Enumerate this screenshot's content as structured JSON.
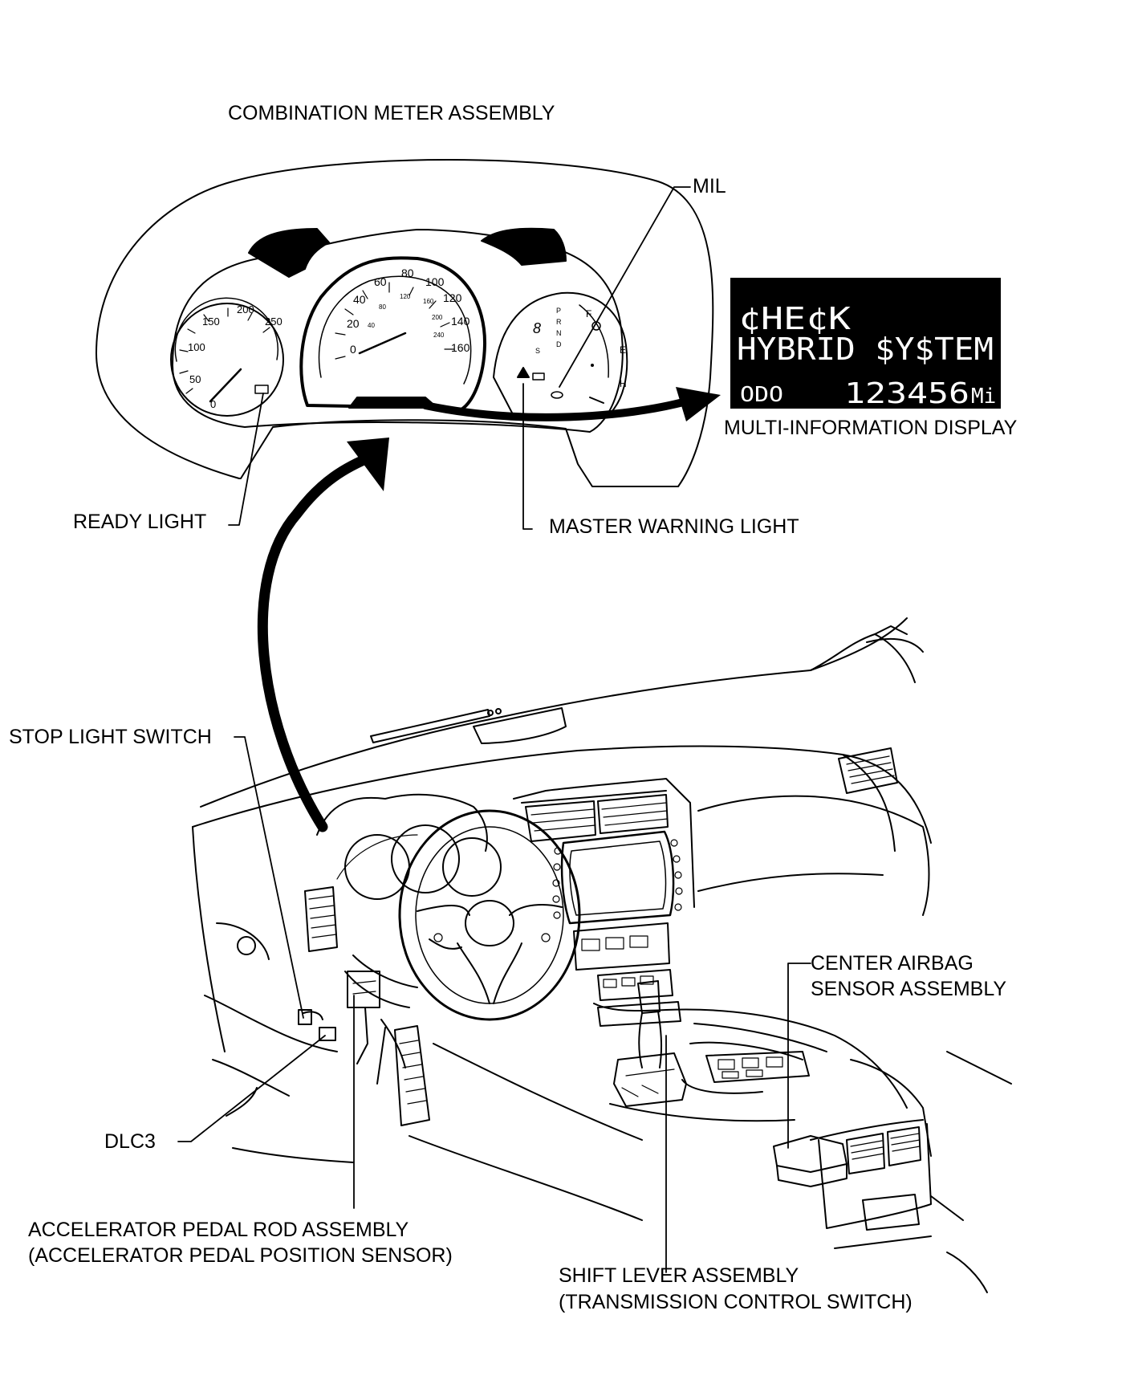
{
  "labels": {
    "combination_meter": "COMBINATION METER ASSEMBLY",
    "mil": "MIL",
    "multi_info_display": "MULTI-INFORMATION DISPLAY",
    "ready_light": "READY LIGHT",
    "master_warning_light": "MASTER WARNING LIGHT",
    "stop_light_switch": "STOP LIGHT SWITCH",
    "center_airbag_line1": "CENTER AIRBAG",
    "center_airbag_line2": "SENSOR ASSEMBLY",
    "dlc3": "DLC3",
    "accel_line1": "ACCELERATOR PEDAL ROD ASSEMBLY",
    "accel_line2": "(ACCELERATOR PEDAL POSITION SENSOR)",
    "shift_line1": "SHIFT LEVER ASSEMBLY",
    "shift_line2": "(TRANSMISSION CONTROL SWITCH)"
  },
  "display": {
    "line1": "¢HE¢K",
    "line2": "HYBRID $Y$TEM",
    "odo_label": "ODO",
    "odo_value": "123456",
    "odo_unit": "Mi"
  },
  "gauges": {
    "power_ticks": [
      "0",
      "50",
      "100",
      "150",
      "200",
      "250"
    ],
    "speed_ticks_mph": [
      "0",
      "20",
      "40",
      "60",
      "80",
      "100",
      "120",
      "140",
      "160"
    ],
    "speed_ticks_kmh": [
      "40",
      "80",
      "120",
      "160",
      "200",
      "240"
    ],
    "gear_letters": [
      "P",
      "R",
      "N",
      "D",
      "S"
    ],
    "gear_digit": "8",
    "fuel_marks": [
      "F",
      "E"
    ],
    "temp_mark": "H"
  },
  "colors": {
    "ink": "#000000",
    "paper": "#ffffff",
    "display_bg": "#000000",
    "display_text": "#ffffff"
  }
}
